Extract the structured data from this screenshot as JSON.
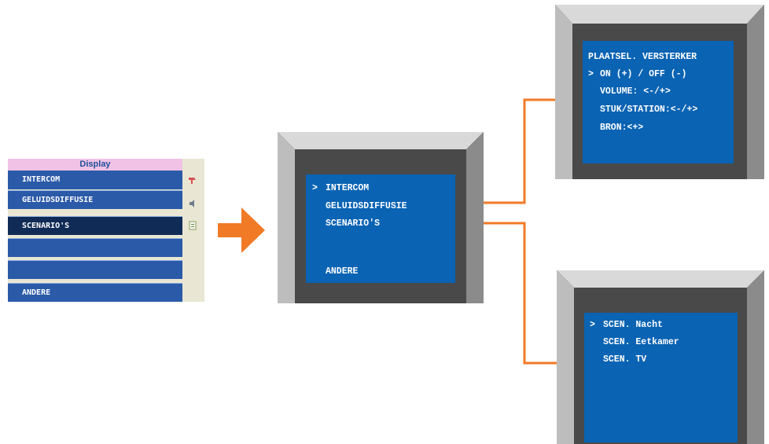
{
  "panel": {
    "header": "Display",
    "rows": [
      {
        "label": "INTERCOM",
        "selected": false
      },
      {
        "label": "GELUIDSDIFFUSIE",
        "selected": false
      },
      {
        "label": "SCENARIO'S",
        "selected": true
      },
      {
        "label": "",
        "selected": false
      },
      {
        "label": "",
        "selected": false
      },
      {
        "label": "ANDERE",
        "selected": false
      }
    ],
    "icons": [
      "tool-icon",
      "speaker-icon",
      "scenario-icon"
    ]
  },
  "main_screen": {
    "cursor": ">",
    "items": [
      "INTERCOM",
      "GELUIDSDIFFUSIE",
      "SCENARIO'S",
      "ANDERE"
    ]
  },
  "amplifier_screen": {
    "cursor": ">",
    "items": [
      "PLAATSEL. VERSTERKER",
      "ON (+) / OFF (-)",
      "VOLUME: <-/+>",
      "STUK/STATION:<-/+>",
      "BRON:<+>"
    ]
  },
  "scenario_screen": {
    "cursor": ">",
    "items": [
      "SCEN. Nacht",
      "SCEN. Eetkamer",
      "SCEN. TV"
    ]
  },
  "colors": {
    "screen": "#0a63b3",
    "connector": "#f07a26",
    "panel_row": "#2b5aa8",
    "panel_selected": "#112b57",
    "panel_header": "#f1c2e6"
  }
}
